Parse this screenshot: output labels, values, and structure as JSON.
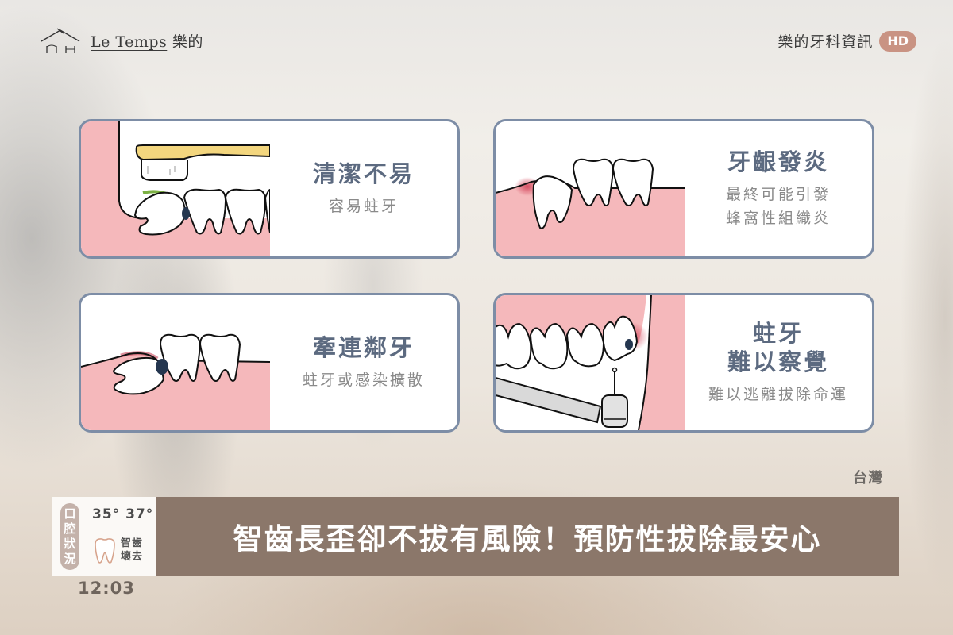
{
  "header": {
    "logo_text_latin": "Le Temps",
    "logo_text_cjk": "樂的",
    "channel_name": "樂的牙科資訊",
    "hd_badge": "HD"
  },
  "cards": [
    {
      "title_lines": [
        "清潔不易"
      ],
      "subtitle_lines": [
        "容易蛀牙"
      ],
      "illustration": "toothbrush-over-impacted-wisdom-tooth"
    },
    {
      "title_lines": [
        "牙齦發炎"
      ],
      "subtitle_lines": [
        "最終可能引發",
        "蜂窩性組織炎"
      ],
      "illustration": "inflamed-gum-tilted-wisdom-tooth"
    },
    {
      "title_lines": [
        "牽連鄰牙"
      ],
      "subtitle_lines": [
        "蛀牙或感染擴散"
      ],
      "illustration": "horizontal-wisdom-tooth-decay-adjacent"
    },
    {
      "title_lines": [
        "蛀牙",
        "難以察覺"
      ],
      "subtitle_lines": [
        "難以逃離拔除命運"
      ],
      "illustration": "dental-drill-upper-wisdom-tooth"
    }
  ],
  "ticker": {
    "region": "台灣",
    "status_label_chars": [
      "口",
      "腔",
      "狀",
      "況"
    ],
    "temperatures": "35° 37°",
    "status_icon": "tooth-icon",
    "status_text_lines": [
      "智齒",
      "壞去"
    ],
    "headline": "智齒長歪卻不拔有風險！預防性拔除最安心",
    "clock": "12:03"
  },
  "colors": {
    "card_border": "#7d8da6",
    "card_title": "#5c6a80",
    "gum_pink": "#f5b8bb",
    "headline_bar": "#8b776a",
    "hd_badge": "#c99383",
    "status_pill": "#c4b2aa",
    "toothbrush": "#f3d67e"
  }
}
